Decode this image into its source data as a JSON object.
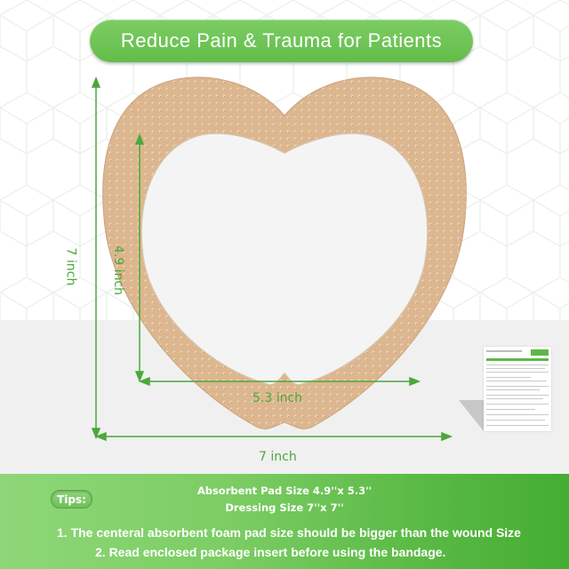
{
  "header": {
    "title": "Reduce Pain & Trauma for Patients"
  },
  "product": {
    "name": "heart-shaped foam dressing",
    "colors": {
      "border": "#dcb68f",
      "pad": "#f4f4f4",
      "dimension_lines": "#4ba83a"
    },
    "dimensions": {
      "outer_height": "7 inch",
      "inner_height": "4.9 inch",
      "inner_width": "5.3 inch",
      "outer_width": "7 inch"
    }
  },
  "tips": {
    "badge": "Tips:",
    "pad_size": "Absorbent Pad Size 4.9''x 5.3''",
    "dressing_size": "Dressing Size 7''x 7''",
    "items": [
      "1. The centeral absorbent foam pad size should be bigger than the wound Size",
      "2. Read enclosed package insert before using the bandage."
    ]
  },
  "colors": {
    "accent_green": "#63bd4a",
    "banner_start": "#8ed778",
    "banner_end": "#44ad33",
    "background_lower": "#f0f0f0"
  }
}
